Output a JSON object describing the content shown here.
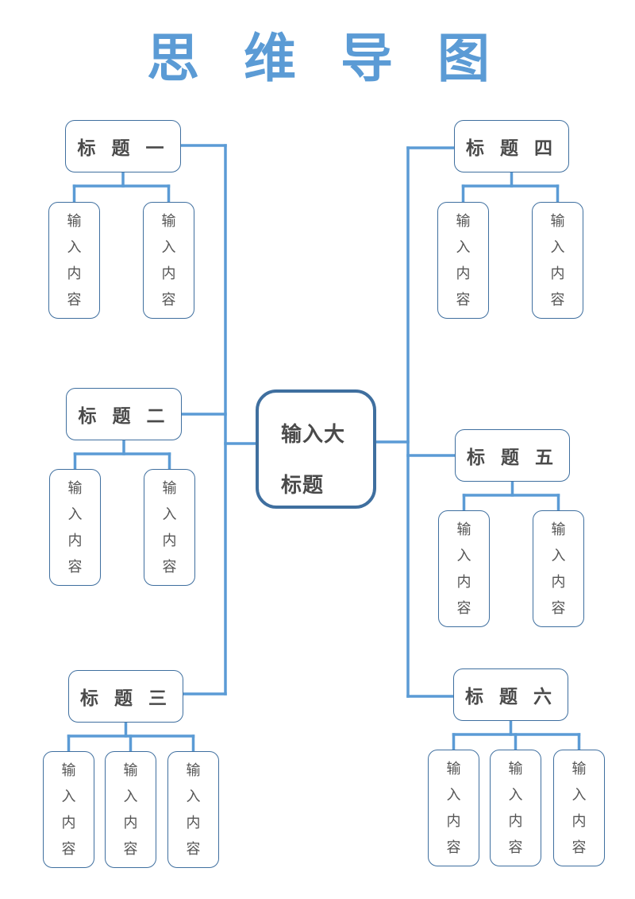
{
  "title": [
    "思",
    "维",
    "导",
    "图"
  ],
  "center": {
    "line1": "输入大",
    "line2": "标题"
  },
  "branches": [
    {
      "heading": "标 题 一",
      "leaves": [
        "输入内容",
        "输入内容"
      ]
    },
    {
      "heading": "标 题 二",
      "leaves": [
        "输入内容",
        "输入内容"
      ]
    },
    {
      "heading": "标 题 三",
      "leaves": [
        "输入内容",
        "输入内容",
        "输入内容"
      ]
    },
    {
      "heading": "标 题 四",
      "leaves": [
        "输入内容",
        "输入内容"
      ]
    },
    {
      "heading": "标 题 五",
      "leaves": [
        "输入内容",
        "输入内容"
      ]
    },
    {
      "heading": "标 题 六",
      "leaves": [
        "输入内容",
        "输入内容",
        "输入内容"
      ]
    }
  ],
  "colors": {
    "title": "#5b9bd5",
    "connector": "#5b9bd5",
    "border": "#3f6f9f",
    "text": "#4a4a4a"
  }
}
